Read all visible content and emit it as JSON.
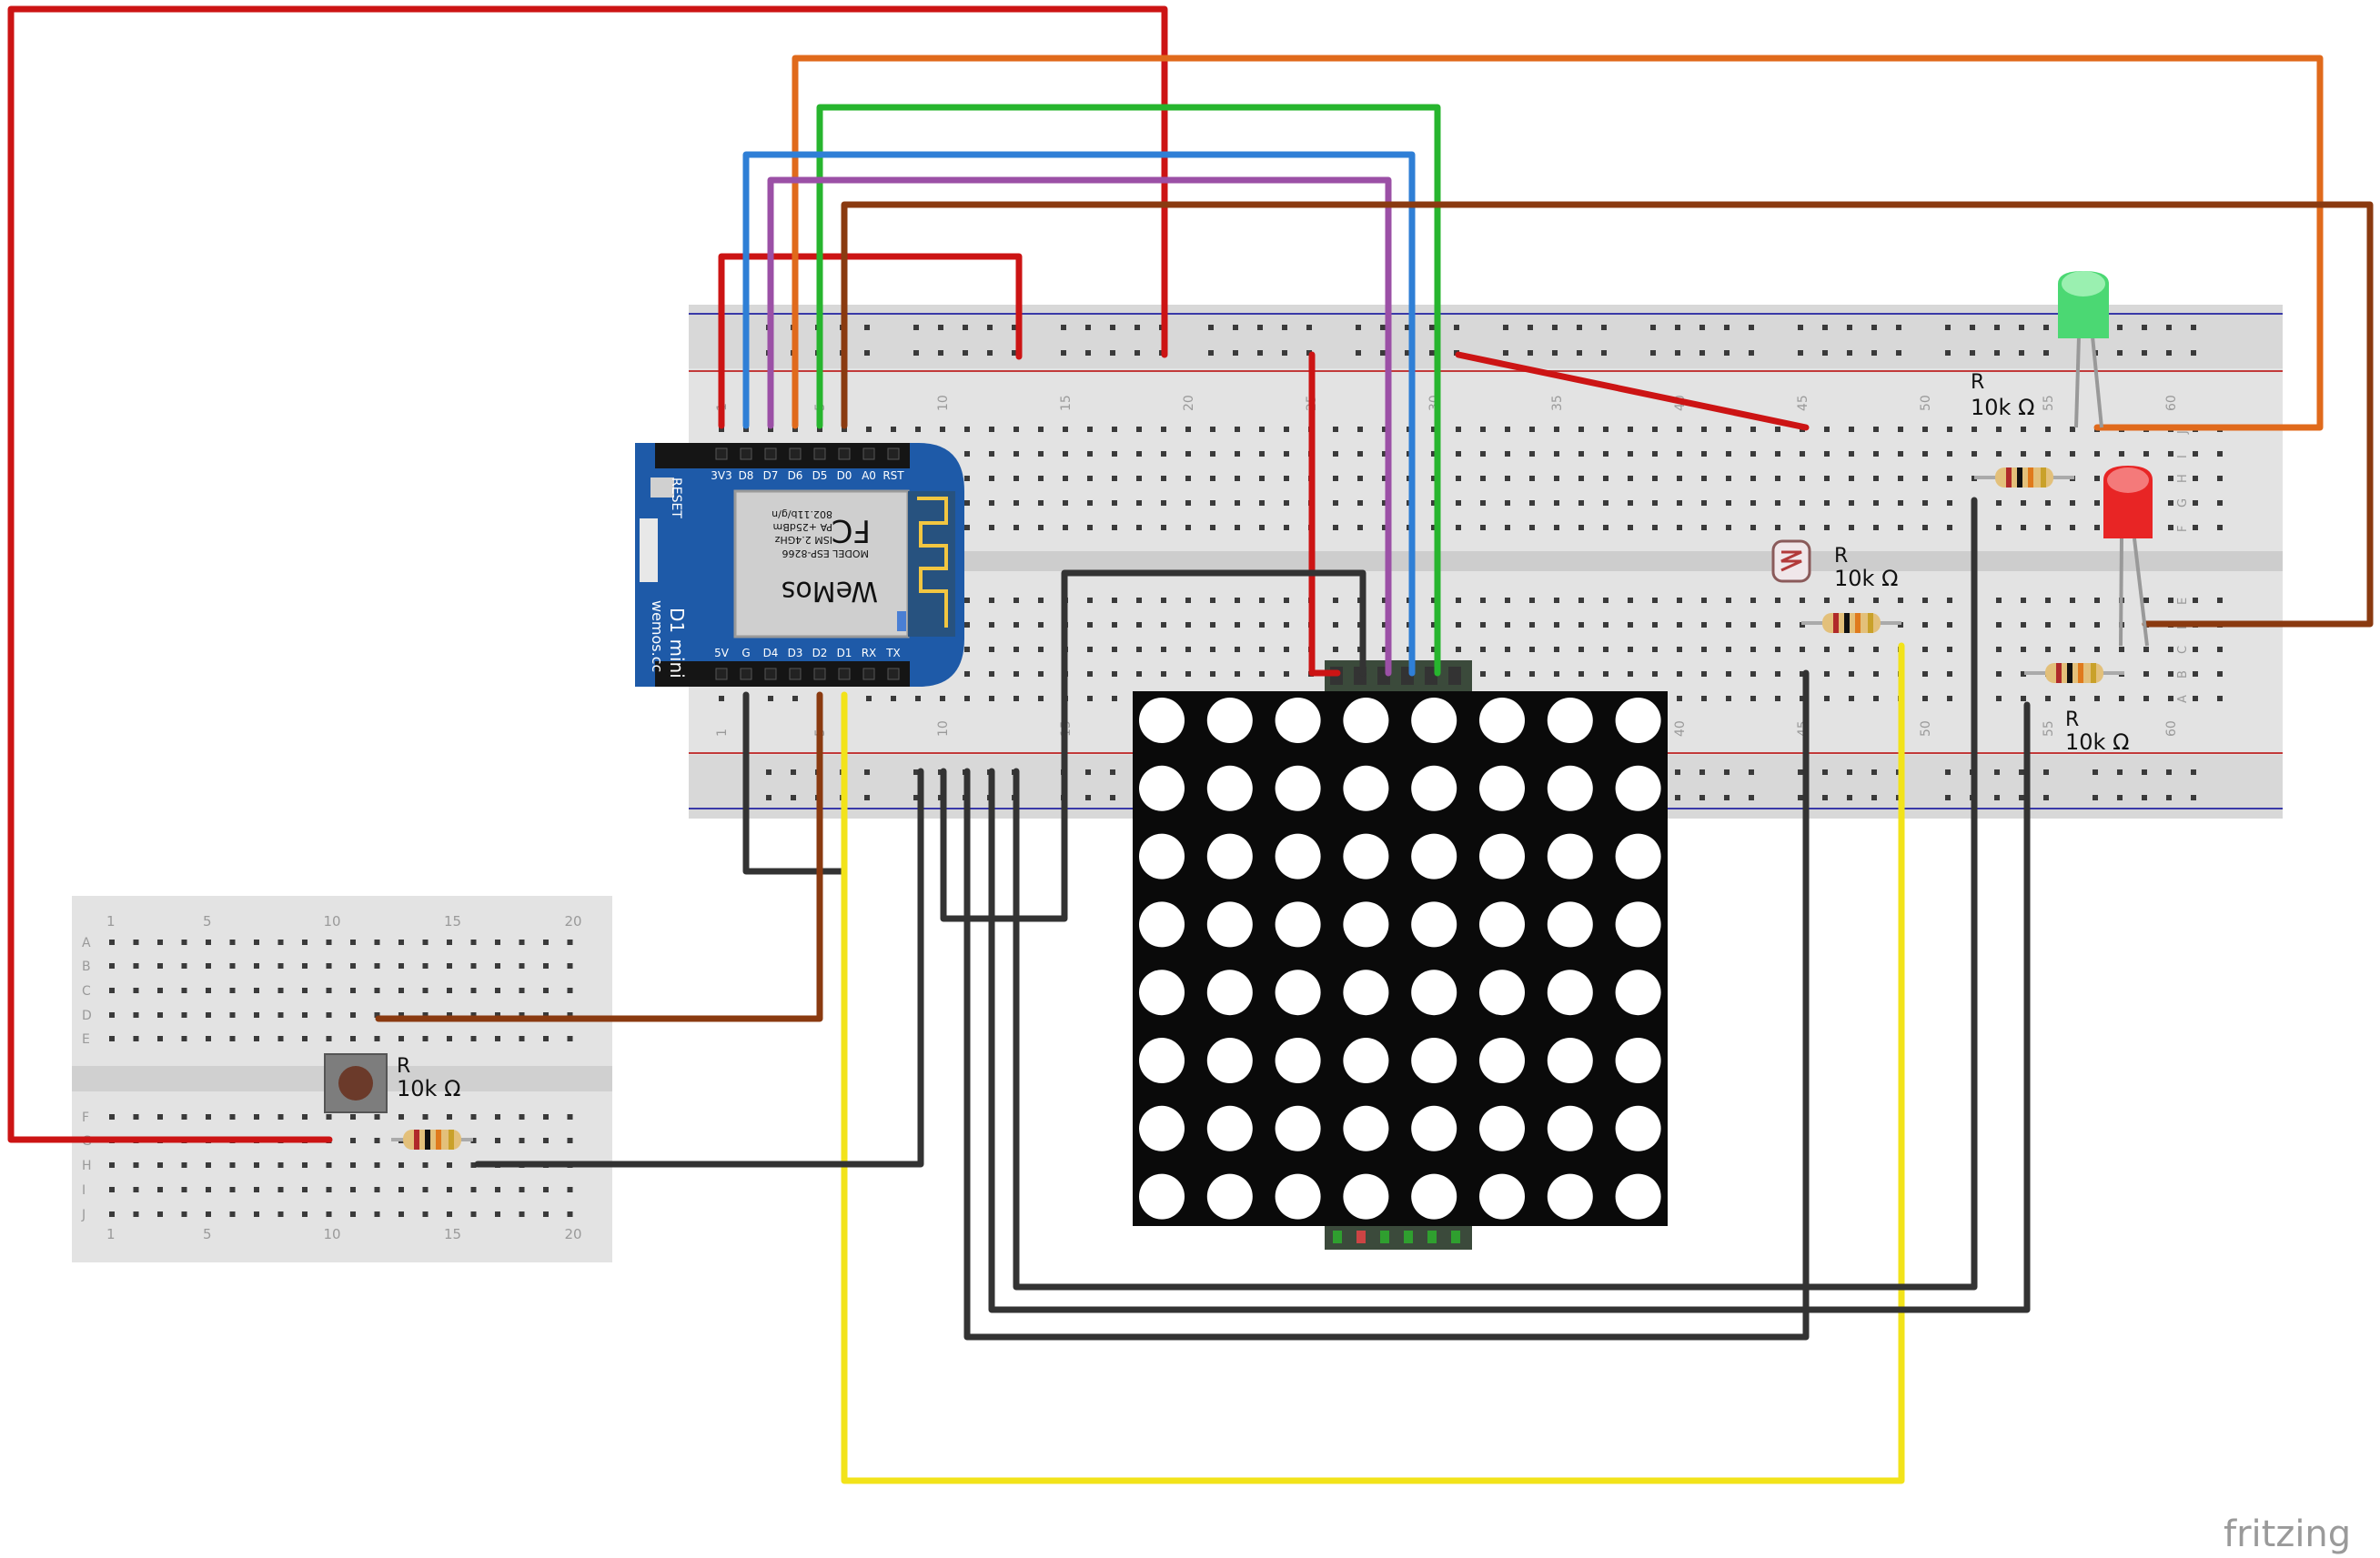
{
  "wemos": {
    "top_pins": [
      "3V3",
      "D8",
      "D7",
      "D6",
      "D5",
      "D0",
      "A0",
      "RST"
    ],
    "bottom_pins": [
      "5V",
      "G",
      "D4",
      "D3",
      "D2",
      "D1",
      "RX",
      "TX"
    ],
    "reset_label": "RESET",
    "board_name": "D1 mini",
    "brand_site": "wemos.cc",
    "brand": "WeMos",
    "chip_model": "MODEL  ESP-8266",
    "chip_line1": "ISM 2.4GHz",
    "chip_line2": "PA +25dBm",
    "chip_line3": "802.11b/g/n"
  },
  "main_breadboard": {
    "column_numbers": [
      "1",
      "5",
      "10",
      "15",
      "20",
      "25",
      "30",
      "35",
      "40",
      "45",
      "50",
      "55",
      "60"
    ],
    "row_letters_top": [
      "J",
      "I",
      "H",
      "G",
      "F"
    ],
    "row_letters_bottom": [
      "E",
      "D",
      "C",
      "B",
      "A"
    ]
  },
  "small_breadboard": {
    "column_numbers": [
      "1",
      "5",
      "10",
      "15",
      "20"
    ],
    "rows": [
      "A",
      "B",
      "C",
      "D",
      "E",
      "F",
      "G",
      "H",
      "I",
      "J"
    ]
  },
  "resistors": [
    {
      "label": "R",
      "value": "10k Ω"
    },
    {
      "label": "R",
      "value": "10k Ω"
    },
    {
      "label": "R",
      "value": "10k Ω"
    },
    {
      "label": "R",
      "value": "10k Ω"
    }
  ],
  "matrix": {
    "rows": 8,
    "cols": 8
  },
  "watermark": "fritzing",
  "wire_colors": {
    "red": "#cc1414",
    "orange": "#e06a1c",
    "green": "#27b52e",
    "blue": "#2f7fd6",
    "purple": "#9b50a6",
    "brown": "#8a3a10",
    "black": "#333333",
    "yellow": "#f2e31a"
  }
}
